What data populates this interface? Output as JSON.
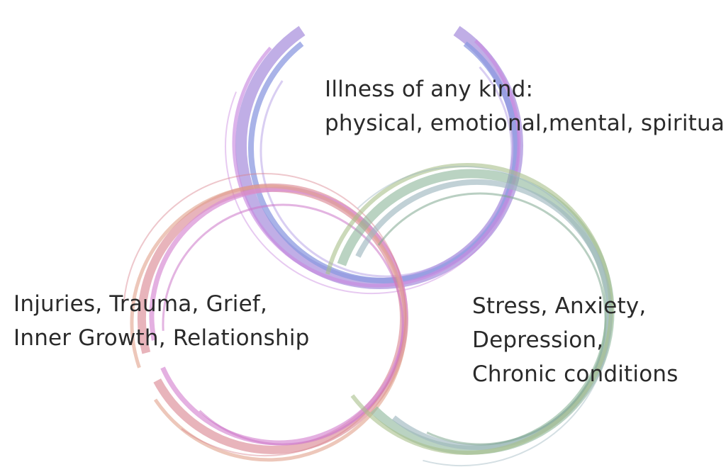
{
  "diagram": {
    "rings": [
      {
        "id": "top",
        "lines": [
          "Illness of any kind:",
          "physical, emotional,mental, spiritual"
        ],
        "colors": [
          "#a58bdc",
          "#8c9ae0",
          "#c98ae0",
          "#b9a6e8"
        ]
      },
      {
        "id": "left",
        "lines": [
          "Injuries, Trauma, Grief,",
          "Inner Growth, Relationship"
        ],
        "colors": [
          "#d9828e",
          "#d98fd4",
          "#e1a28c",
          "#cc76c8"
        ]
      },
      {
        "id": "right",
        "lines": [
          "Stress, Anxiety,",
          "Depression,",
          "Chronic conditions"
        ],
        "colors": [
          "#8cb59a",
          "#9fb8c0",
          "#a9c08a",
          "#7fa88f"
        ]
      }
    ]
  }
}
